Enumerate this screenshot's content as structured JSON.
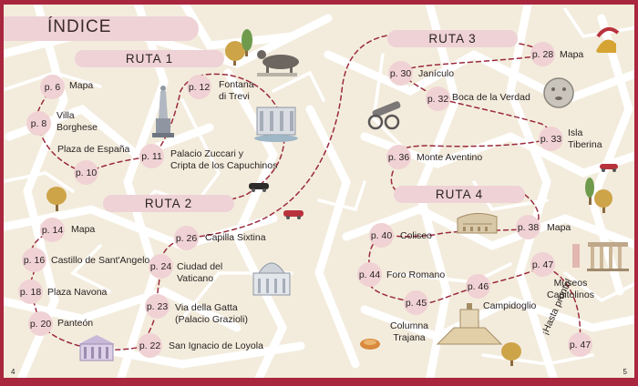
{
  "title": "ÍNDICE",
  "routes": [
    {
      "name": "RUTA 1"
    },
    {
      "name": "RUTA 2"
    },
    {
      "name": "RUTA 3"
    },
    {
      "name": "RUTA 4"
    }
  ],
  "stops": [
    {
      "page": "p. 6",
      "label": "Mapa"
    },
    {
      "page": "p. 8",
      "label": "Villa\nBorghese"
    },
    {
      "page": "",
      "label": "Plaza de España"
    },
    {
      "page": "p. 10",
      "label": ""
    },
    {
      "page": "p. 11",
      "label": "Palacio Zuccari y\nCripta de los Capuchinos"
    },
    {
      "page": "p. 12",
      "label": "Fontana\ndi Trevi"
    },
    {
      "page": "p. 14",
      "label": "Mapa"
    },
    {
      "page": "p. 16",
      "label": "Castillo de Sant'Angelo"
    },
    {
      "page": "p. 18",
      "label": "Plaza Navona"
    },
    {
      "page": "p. 20",
      "label": "Panteón"
    },
    {
      "page": "p. 22",
      "label": "San Ignacio de Loyola"
    },
    {
      "page": "p. 23",
      "label": "Via della Gatta\n(Palacio Grazioli)"
    },
    {
      "page": "p. 24",
      "label": "Ciudad del\nVaticano"
    },
    {
      "page": "p. 26",
      "label": "Capilla Sixtina"
    },
    {
      "page": "p. 28",
      "label": "Mapa"
    },
    {
      "page": "p. 30",
      "label": "Janículo"
    },
    {
      "page": "p. 32",
      "label": "Boca de la Verdad"
    },
    {
      "page": "p. 33",
      "label": "Isla\nTiberina"
    },
    {
      "page": "p. 36",
      "label": "Monte Aventino"
    },
    {
      "page": "p. 38",
      "label": "Mapa"
    },
    {
      "page": "p. 40",
      "label": "Coliseo"
    },
    {
      "page": "p. 44",
      "label": "Foro Romano"
    },
    {
      "page": "p. 45",
      "label": "Columna\nTrajana"
    },
    {
      "page": "p. 46",
      "label": "Campidoglio"
    },
    {
      "page": "p. 47",
      "label": "Museos\nCapitolinos"
    },
    {
      "page": "p. 47",
      "label": "¡Hasta pronto!"
    }
  ],
  "page_numbers": {
    "left": "4",
    "right": "5"
  },
  "colors": {
    "accent": "#a8263e",
    "badge": "#f0d2d4",
    "background": "#f3ecdd",
    "route_line": "#9b2a3c"
  },
  "icons": [
    "tree-icon",
    "she-wolf-icon",
    "obelisk-icon",
    "trevi-fountain-icon",
    "car-icon",
    "cannon-icon",
    "mouth-of-truth-icon",
    "gladiator-helmet-icon",
    "colosseum-icon",
    "forum-ruins-icon",
    "saint-peter-dome-icon",
    "pantheon-icon",
    "campidoglio-icon",
    "bread-icon"
  ]
}
